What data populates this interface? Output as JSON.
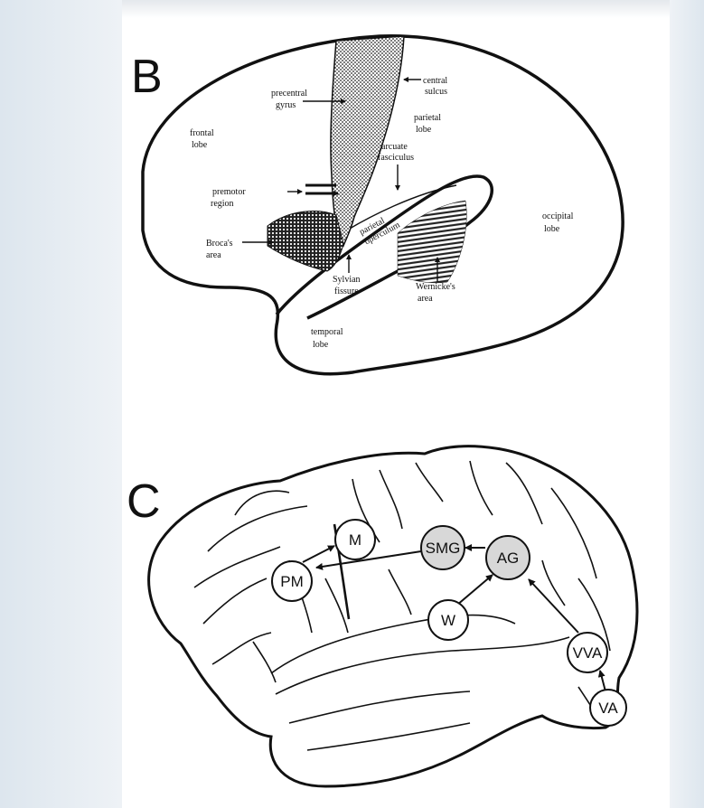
{
  "panel_b": {
    "letter": "B",
    "labels": {
      "precentral": [
        "precentral",
        "gyrus"
      ],
      "central": [
        "central",
        "sulcus"
      ],
      "frontal": [
        "frontal",
        "lobe"
      ],
      "parietal": [
        "parietal",
        "lobe"
      ],
      "arcuate": [
        "arcuate",
        "fasciculus"
      ],
      "premotor": [
        "premotor",
        "region"
      ],
      "parietal_operculum": [
        "parietal",
        "operculum"
      ],
      "occipital": [
        "occipital",
        "lobe"
      ],
      "broca": [
        "Broca's",
        "area"
      ],
      "sylvian": [
        "Sylvian",
        "fissure"
      ],
      "wernicke": [
        "Wernicke's",
        "area"
      ],
      "temporal": [
        "temporal",
        "lobe"
      ]
    }
  },
  "panel_c": {
    "letter": "C",
    "nodes": {
      "m": "M",
      "pm": "PM",
      "smg": "SMG",
      "ag": "AG",
      "w": "W",
      "vva": "VVA",
      "va": "VA"
    }
  },
  "colors": {
    "ink": "#111111",
    "node_fill": "#d8d8d8",
    "paper": "#ffffff",
    "background": "#eef2f6"
  }
}
